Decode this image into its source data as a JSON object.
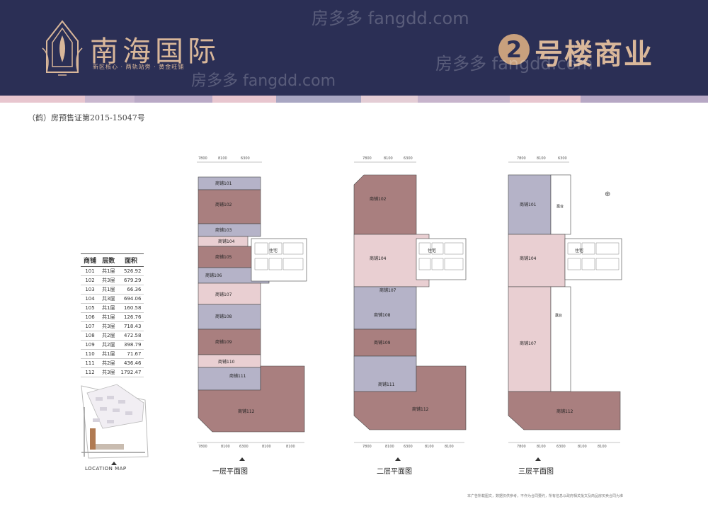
{
  "header": {
    "logo_text": "南海国际",
    "logo_tagline": "新区核心 · 两轨站旁 · 黄金旺铺",
    "building_number": "2",
    "title": "号楼商业",
    "watermark": "房多多 fangdd.com"
  },
  "license": "（鹤）房预售证第2015-15047号",
  "table": {
    "headers": [
      "商铺",
      "层数",
      "面积"
    ],
    "rows": [
      [
        "101",
        "共1层",
        "526.92"
      ],
      [
        "102",
        "共3层",
        "679.29"
      ],
      [
        "103",
        "共1层",
        "66.36"
      ],
      [
        "104",
        "共3层",
        "694.06"
      ],
      [
        "105",
        "共1层",
        "160.58"
      ],
      [
        "106",
        "共1层",
        "126.76"
      ],
      [
        "107",
        "共3层",
        "718.43"
      ],
      [
        "108",
        "共2层",
        "472.58"
      ],
      [
        "109",
        "共2层",
        "398.79"
      ],
      [
        "110",
        "共1层",
        "71.67"
      ],
      [
        "111",
        "共2层",
        "436.46"
      ],
      [
        "112",
        "共3层",
        "1792.47"
      ]
    ]
  },
  "location_map": {
    "caption": "LOCATION MAP"
  },
  "plans": {
    "floor1": {
      "caption": "一层平面图",
      "top_dims": [
        "7800",
        "8100",
        "6300"
      ],
      "bottom_dims": [
        "7800",
        "8100",
        "6300",
        "8100",
        "8100"
      ],
      "units": [
        "商铺101",
        "商铺102",
        "商铺103",
        "商铺104",
        "商铺105",
        "商铺106",
        "商铺107",
        "商铺108",
        "商铺109",
        "商铺110",
        "商铺111",
        "商铺112"
      ],
      "residence": "住宅"
    },
    "floor2": {
      "caption": "二层平面图",
      "top_dims": [
        "7800",
        "8100",
        "6300"
      ],
      "bottom_dims": [
        "7800",
        "8100",
        "6300",
        "8100",
        "8100"
      ],
      "units": [
        "商铺102",
        "商铺104",
        "商铺107",
        "商铺108",
        "商铺109",
        "商铺111",
        "商铺112"
      ],
      "residence": "住宅"
    },
    "floor3": {
      "caption": "三层平面图",
      "top_dims": [
        "7800",
        "8100",
        "6300"
      ],
      "bottom_dims": [
        "7800",
        "8100",
        "6300",
        "8100",
        "8100"
      ],
      "units": [
        "商铺101",
        "商铺104",
        "商铺107",
        "商铺112"
      ],
      "residence": "住宅",
      "terrace": "露台"
    }
  },
  "footnote": "本广告所载图文，数据仅供参考，不作为合同要约，所有信息以政府相关批文及商品房买卖合同为准",
  "colors": {
    "header_bg": "#2b2f55",
    "gold": "#d9b79a",
    "unit_brown": "#a97f7f",
    "unit_lavender": "#b5b3c8",
    "unit_pink": "#e9cfd2"
  }
}
